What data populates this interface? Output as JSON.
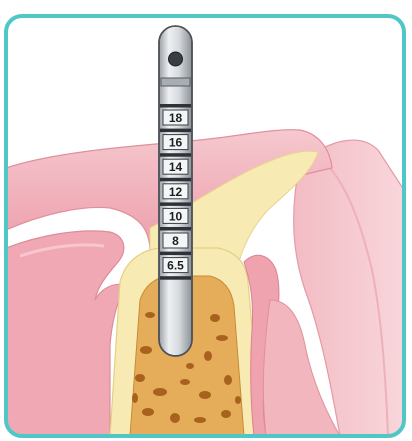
{
  "colors": {
    "frame_border": "#4fc7c7",
    "gum": "#f2b6bf",
    "gum_dark": "#e38f9c",
    "bone_cortical": "#f7eab3",
    "bone_cancellous": "#e2a955",
    "bone_pore": "#a8621e",
    "probe": "#d4d8dc",
    "probe_dark": "#7f858b",
    "band_dark": "#2f3337"
  },
  "icons": {
    "probe": "depth-gauge-probe-icon",
    "bone": "alveolar-bone-icon",
    "gum": "gingiva-icon"
  },
  "probe": {
    "markings": [
      "18",
      "16",
      "14",
      "12",
      "10",
      "8",
      "6.5"
    ]
  }
}
